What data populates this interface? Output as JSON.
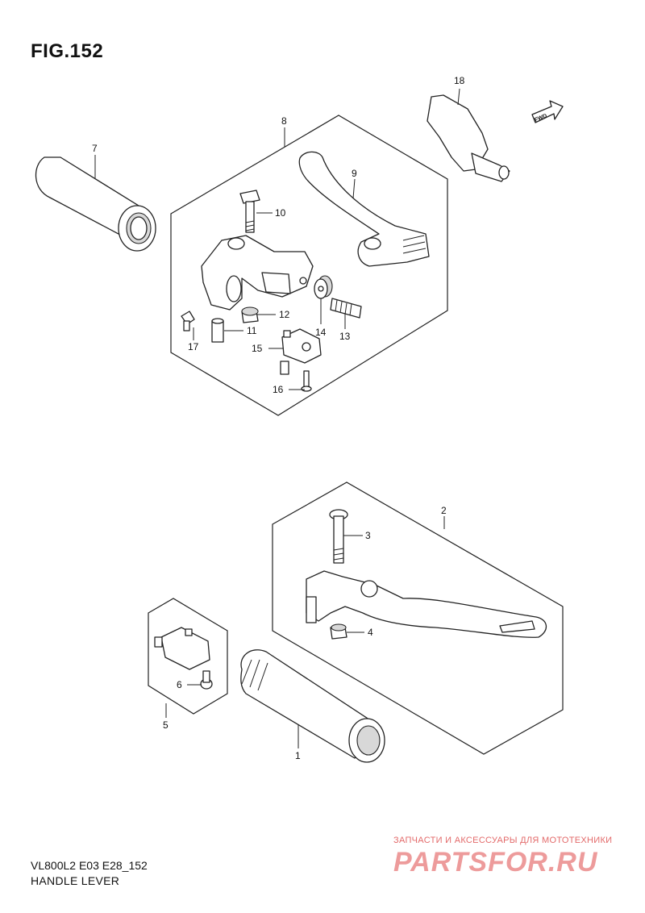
{
  "figure": {
    "title": "FIG.152",
    "model_code": "VL800L2 E03 E28_152",
    "section_name": "HANDLE LEVER",
    "fwd_label": "FWD"
  },
  "watermark": {
    "tagline": "ЗАПЧАСТИ И АКСЕССУАРЫ ДЛЯ МОТОТЕХНИКИ",
    "brand": "PARTSFOR.RU"
  },
  "callouts": [
    {
      "id": "c18",
      "label": "18"
    },
    {
      "id": "c8",
      "label": "8"
    },
    {
      "id": "c7",
      "label": "7"
    },
    {
      "id": "c9",
      "label": "9"
    },
    {
      "id": "c10",
      "label": "10"
    },
    {
      "id": "c12",
      "label": "12"
    },
    {
      "id": "c11",
      "label": "11"
    },
    {
      "id": "c14",
      "label": "14"
    },
    {
      "id": "c13",
      "label": "13"
    },
    {
      "id": "c17",
      "label": "17"
    },
    {
      "id": "c15",
      "label": "15"
    },
    {
      "id": "c16",
      "label": "16"
    },
    {
      "id": "c2",
      "label": "2"
    },
    {
      "id": "c3",
      "label": "3"
    },
    {
      "id": "c4",
      "label": "4"
    },
    {
      "id": "c6",
      "label": "6"
    },
    {
      "id": "c5",
      "label": "5"
    },
    {
      "id": "c1",
      "label": "1"
    }
  ]
}
